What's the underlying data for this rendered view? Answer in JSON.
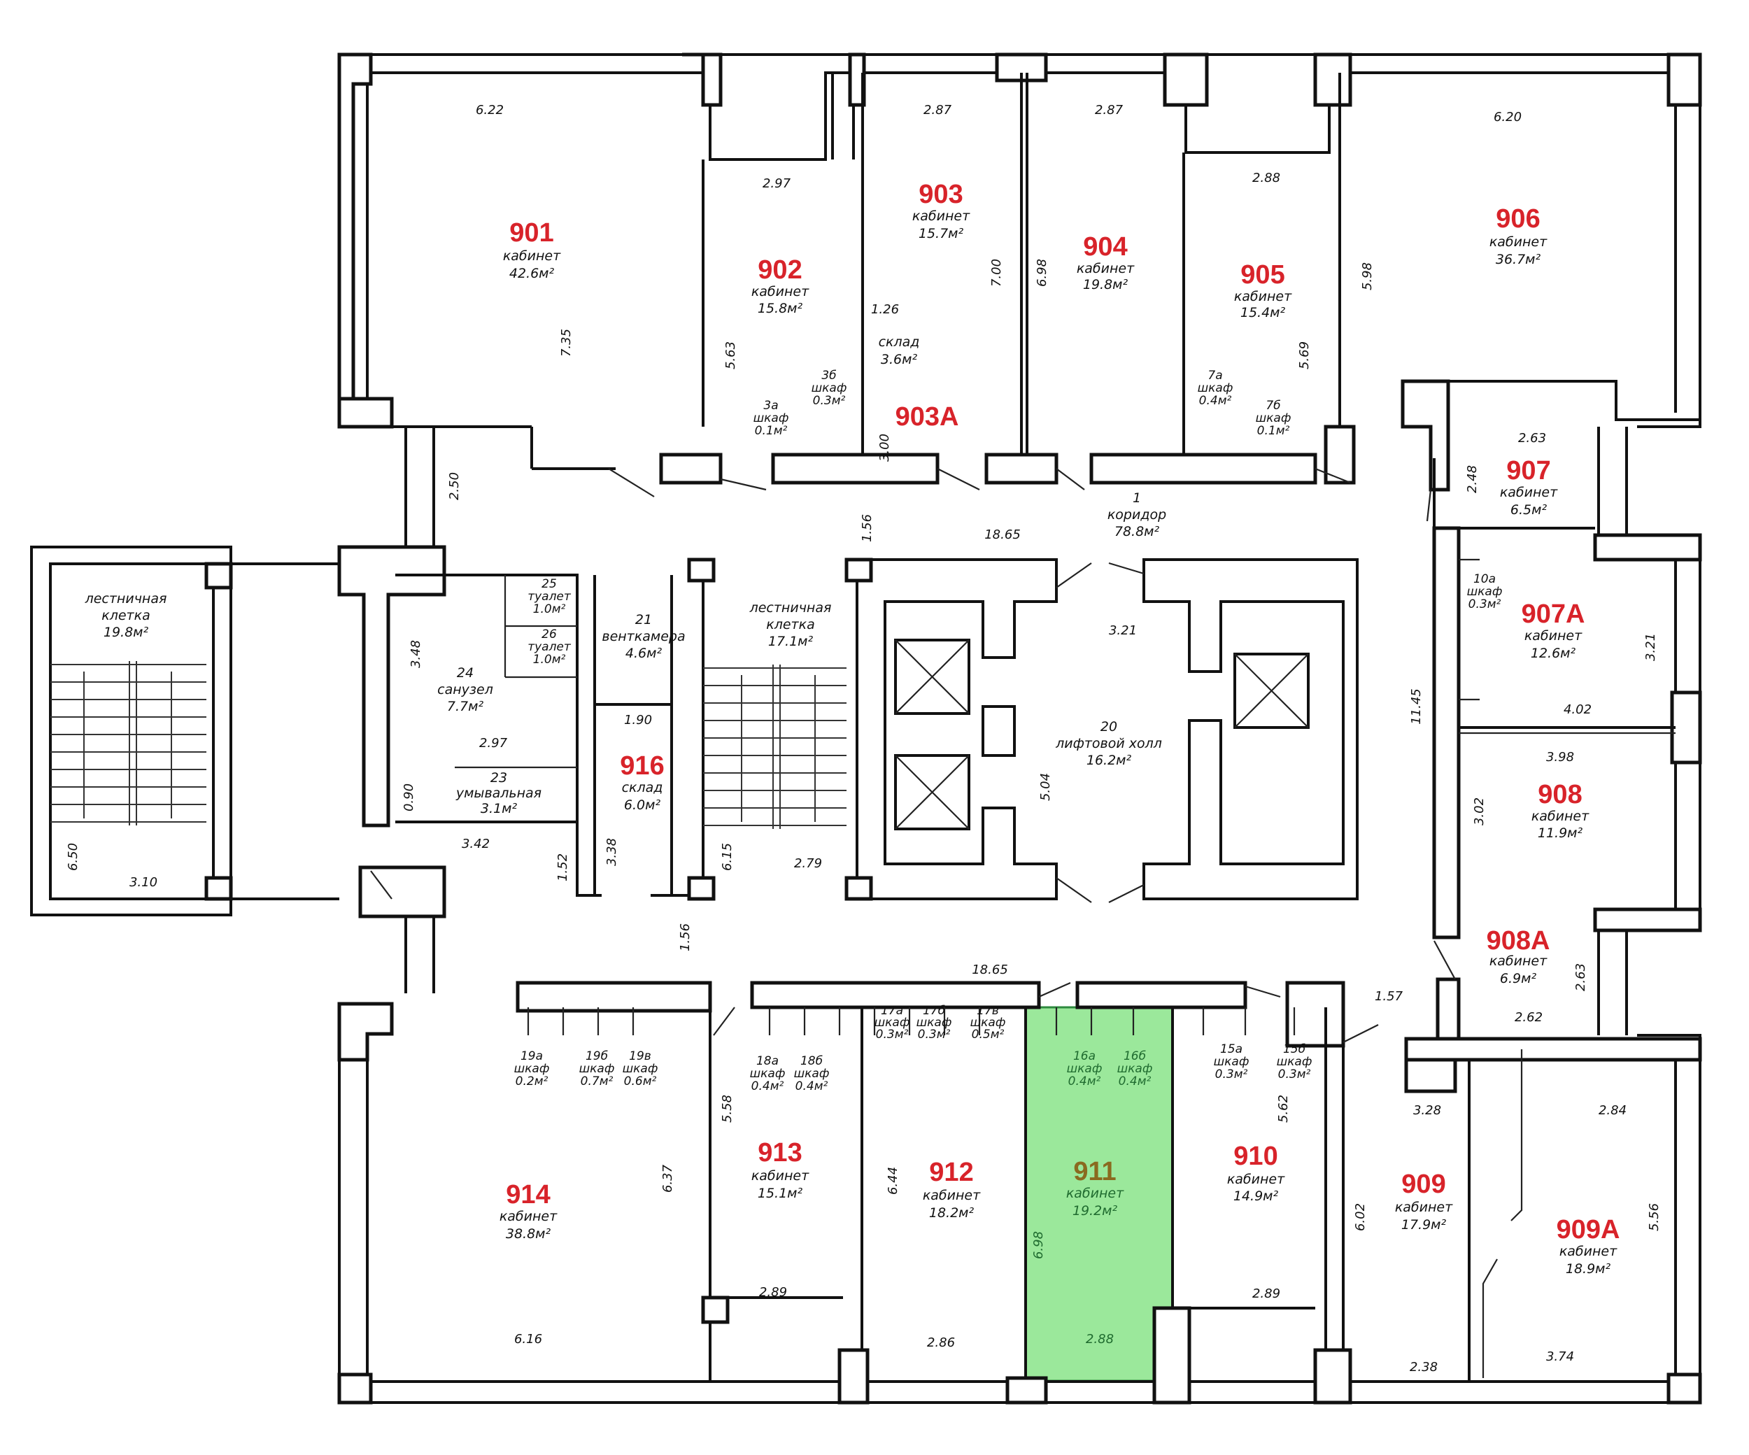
{
  "colors": {
    "room_number": "#d8232a",
    "highlight_fill": "#9be89b",
    "highlight_text": "#1f6b2f",
    "wall": "#111111"
  },
  "rooms": {
    "r901": {
      "number": "901",
      "name": "кабинет",
      "area": "42.6м²"
    },
    "r902": {
      "number": "902",
      "name": "кабинет",
      "area": "15.8м²"
    },
    "r903": {
      "number": "903",
      "name": "кабинет",
      "area": "15.7м²"
    },
    "r903a": {
      "number": "903А"
    },
    "r904": {
      "number": "904",
      "name": "кабинет",
      "area": "19.8м²"
    },
    "r905": {
      "number": "905",
      "name": "кабинет",
      "area": "15.4м²"
    },
    "r906": {
      "number": "906",
      "name": "кабинет",
      "area": "36.7м²"
    },
    "r907": {
      "number": "907",
      "name": "кабинет",
      "area": "6.5м²"
    },
    "r907a": {
      "number": "907А",
      "name": "кабинет",
      "area": "12.6м²"
    },
    "r908": {
      "number": "908",
      "name": "кабинет",
      "area": "11.9м²"
    },
    "r908a": {
      "number": "908А",
      "name": "кабинет",
      "area": "6.9м²"
    },
    "r909": {
      "number": "909",
      "name": "кабинет",
      "area": "17.9м²"
    },
    "r909a": {
      "number": "909А",
      "name": "кабинет",
      "area": "18.9м²"
    },
    "r910": {
      "number": "910",
      "name": "кабинет",
      "area": "14.9м²"
    },
    "r911": {
      "number": "911",
      "name": "кабинет",
      "area": "19.2м²"
    },
    "r912": {
      "number": "912",
      "name": "кабинет",
      "area": "18.2м²"
    },
    "r913": {
      "number": "913",
      "name": "кабинет",
      "area": "15.1м²"
    },
    "r914": {
      "number": "914",
      "name": "кабинет",
      "area": "38.8м²"
    },
    "r916": {
      "number": "916",
      "name": "склад",
      "area": "6.0м²"
    }
  },
  "spaces": {
    "corridor": {
      "number": "1",
      "name": "коридор",
      "area": "78.8м²"
    },
    "lift_hall": {
      "number": "20",
      "name": "лифтовой холл",
      "area": "16.2м²"
    },
    "vent": {
      "number": "21",
      "name": "венткамера",
      "area": "4.6м²"
    },
    "sanuzel": {
      "number": "24",
      "name": "санузел",
      "area": "7.7м²"
    },
    "umyval": {
      "number": "23",
      "name": "умывальная",
      "area": "3.1м²"
    },
    "wc25": {
      "number": "25",
      "name": "туалет",
      "area": "1.0м²"
    },
    "wc26": {
      "number": "26",
      "name": "туалет",
      "area": "1.0м²"
    },
    "stair_left": {
      "name1": "лестничная",
      "name2": "клетка",
      "area": "19.8м²"
    },
    "stair_mid": {
      "name1": "лестничная",
      "name2": "клетка",
      "area": "17.1м²"
    },
    "sklad": {
      "name": "склад",
      "area": "3.6м²"
    }
  },
  "closets": {
    "c3a": {
      "id": "3а",
      "name": "шкаф",
      "area": "0.1м²"
    },
    "c3b": {
      "id": "3б",
      "name": "шкаф",
      "area": "0.3м²"
    },
    "c7a": {
      "id": "7а",
      "name": "шкаф",
      "area": "0.4м²"
    },
    "c7b": {
      "id": "7б",
      "name": "шкаф",
      "area": "0.1м²"
    },
    "c10a": {
      "id": "10а",
      "name": "шкаф",
      "area": "0.3м²"
    },
    "c19a": {
      "id": "19а",
      "name": "шкаф",
      "area": "0.2м²"
    },
    "c19b": {
      "id": "19б",
      "name": "шкаф",
      "area": "0.7м²"
    },
    "c19v": {
      "id": "19в",
      "name": "шкаф",
      "area": "0.6м²"
    },
    "c18a": {
      "id": "18а",
      "name": "шкаф",
      "area": "0.4м²"
    },
    "c18b": {
      "id": "18б",
      "name": "шкаф",
      "area": "0.4м²"
    },
    "c17a": {
      "id": "17а",
      "name": "шкаф",
      "area": "0.3м²"
    },
    "c17b": {
      "id": "17б",
      "name": "шкаф",
      "area": "0.3м²"
    },
    "c17v": {
      "id": "17в",
      "name": "шкаф",
      "area": "0.5м²"
    },
    "c16a": {
      "id": "16а",
      "name": "шкаф",
      "area": "0.4м²"
    },
    "c16b": {
      "id": "16б",
      "name": "шкаф",
      "area": "0.4м²"
    },
    "c15a": {
      "id": "15а",
      "name": "шкаф",
      "area": "0.3м²"
    },
    "c15b": {
      "id": "15б",
      "name": "шкаф",
      "area": "0.3м²"
    }
  },
  "dims": {
    "d622": "6.22",
    "d735": "7.35",
    "d297a": "2.97",
    "d563": "5.63",
    "d287a": "2.87",
    "d126": "1.26",
    "d300": "3.00",
    "d700": "7.00",
    "d698a": "6.98",
    "d287b": "2.87",
    "d288": "2.88",
    "d569": "5.69",
    "d620": "6.20",
    "d598": "5.98",
    "d250": "2.50",
    "d156a": "1.56",
    "d1865a": "18.65",
    "d263a": "2.63",
    "d248": "2.48",
    "d1145": "11.45",
    "d321a": "3.21",
    "d321b": "3.21",
    "d402": "4.02",
    "d398": "3.98",
    "d302": "3.02",
    "d348": "3.48",
    "d297b": "2.97",
    "d090": "0.90",
    "d342": "3.42",
    "d152": "1.52",
    "d338": "3.38",
    "d190": "1.90",
    "d615": "6.15",
    "d279": "2.79",
    "d504": "5.04",
    "d650": "6.50",
    "d310": "3.10",
    "d156b": "1.56",
    "d1865b": "18.65",
    "d157": "1.57",
    "d263b": "2.63",
    "d262": "2.62",
    "d328": "3.28",
    "d284": "2.84",
    "d556": "5.56",
    "d238": "2.38",
    "d374": "3.74",
    "d602": "6.02",
    "d289b": "2.89",
    "d562": "5.62",
    "d698b": "6.98",
    "d288b": "2.88",
    "d286": "2.86",
    "d644": "6.44",
    "d289a": "2.89",
    "d558": "5.58",
    "d637": "6.37",
    "d616": "6.16"
  }
}
